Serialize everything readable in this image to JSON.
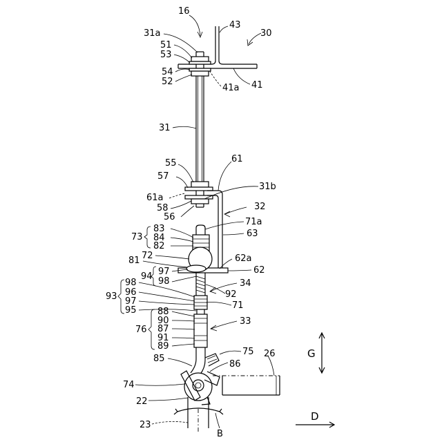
{
  "labels": {
    "l16": "16",
    "l43": "43",
    "l30": "30",
    "l31a": "31a",
    "l51": "51",
    "l53": "53",
    "l54": "54",
    "l52": "52",
    "l41a": "41a",
    "l41": "41",
    "l31": "31",
    "l55": "55",
    "l61": "61",
    "l57": "57",
    "l31b": "31b",
    "l61a": "61a",
    "l58": "58",
    "l32": "32",
    "l56": "56",
    "l71a": "71a",
    "l63": "63",
    "l83": "83",
    "l73": "73",
    "l84": "84",
    "l82": "82",
    "l72": "72",
    "l81": "81",
    "l62a": "62a",
    "l97a": "97",
    "l62": "62",
    "l94": "94",
    "l98a": "98",
    "l34": "34",
    "l98b": "98",
    "l96": "96",
    "l92": "92",
    "l93": "93",
    "l97b": "97",
    "l95": "95",
    "l71": "71",
    "l88": "88",
    "l90": "90",
    "l33": "33",
    "l76": "76",
    "l87": "87",
    "l91": "91",
    "l89": "89",
    "l75": "75",
    "l85": "85",
    "l86": "86",
    "l26": "26",
    "l74": "74",
    "l22": "22",
    "l23": "23",
    "lB": "B",
    "lG": "G",
    "lD": "D"
  }
}
